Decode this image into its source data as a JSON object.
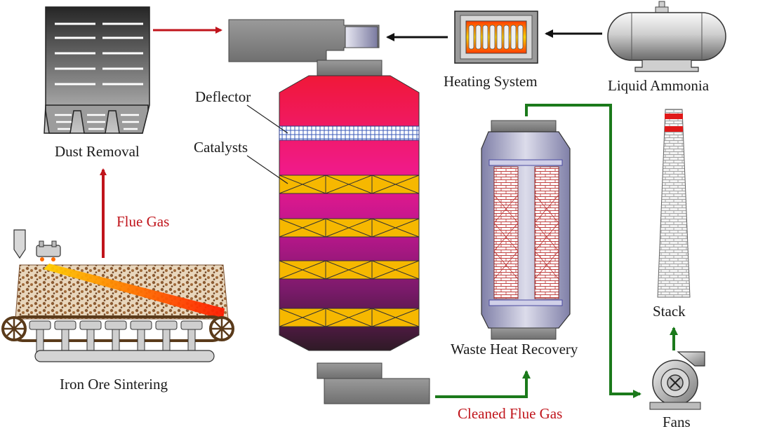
{
  "labels": {
    "dust_removal": "Dust Removal",
    "flue_gas": "Flue Gas",
    "iron_ore_sintering": "Iron Ore Sintering",
    "deflector": "Deflector",
    "catalysts": "Catalysts",
    "heating_system": "Heating System",
    "liquid_ammonia": "Liquid Ammonia",
    "waste_heat_recovery": "Waste Heat Recovery",
    "stack": "Stack",
    "fans": "Fans",
    "cleaned_flue_gas": "Cleaned Flue Gas"
  },
  "colors": {
    "flue_gas_arrow": "#c0141b",
    "cleaned_gas_line": "#1b7a1b",
    "feed_arrow": "#111111",
    "catalyst_layer": "#f6b800",
    "reactor_top": "#ef1b3b",
    "reactor_bottom": "#3a1a2e",
    "gray_duct": "#8a8a8a"
  }
}
